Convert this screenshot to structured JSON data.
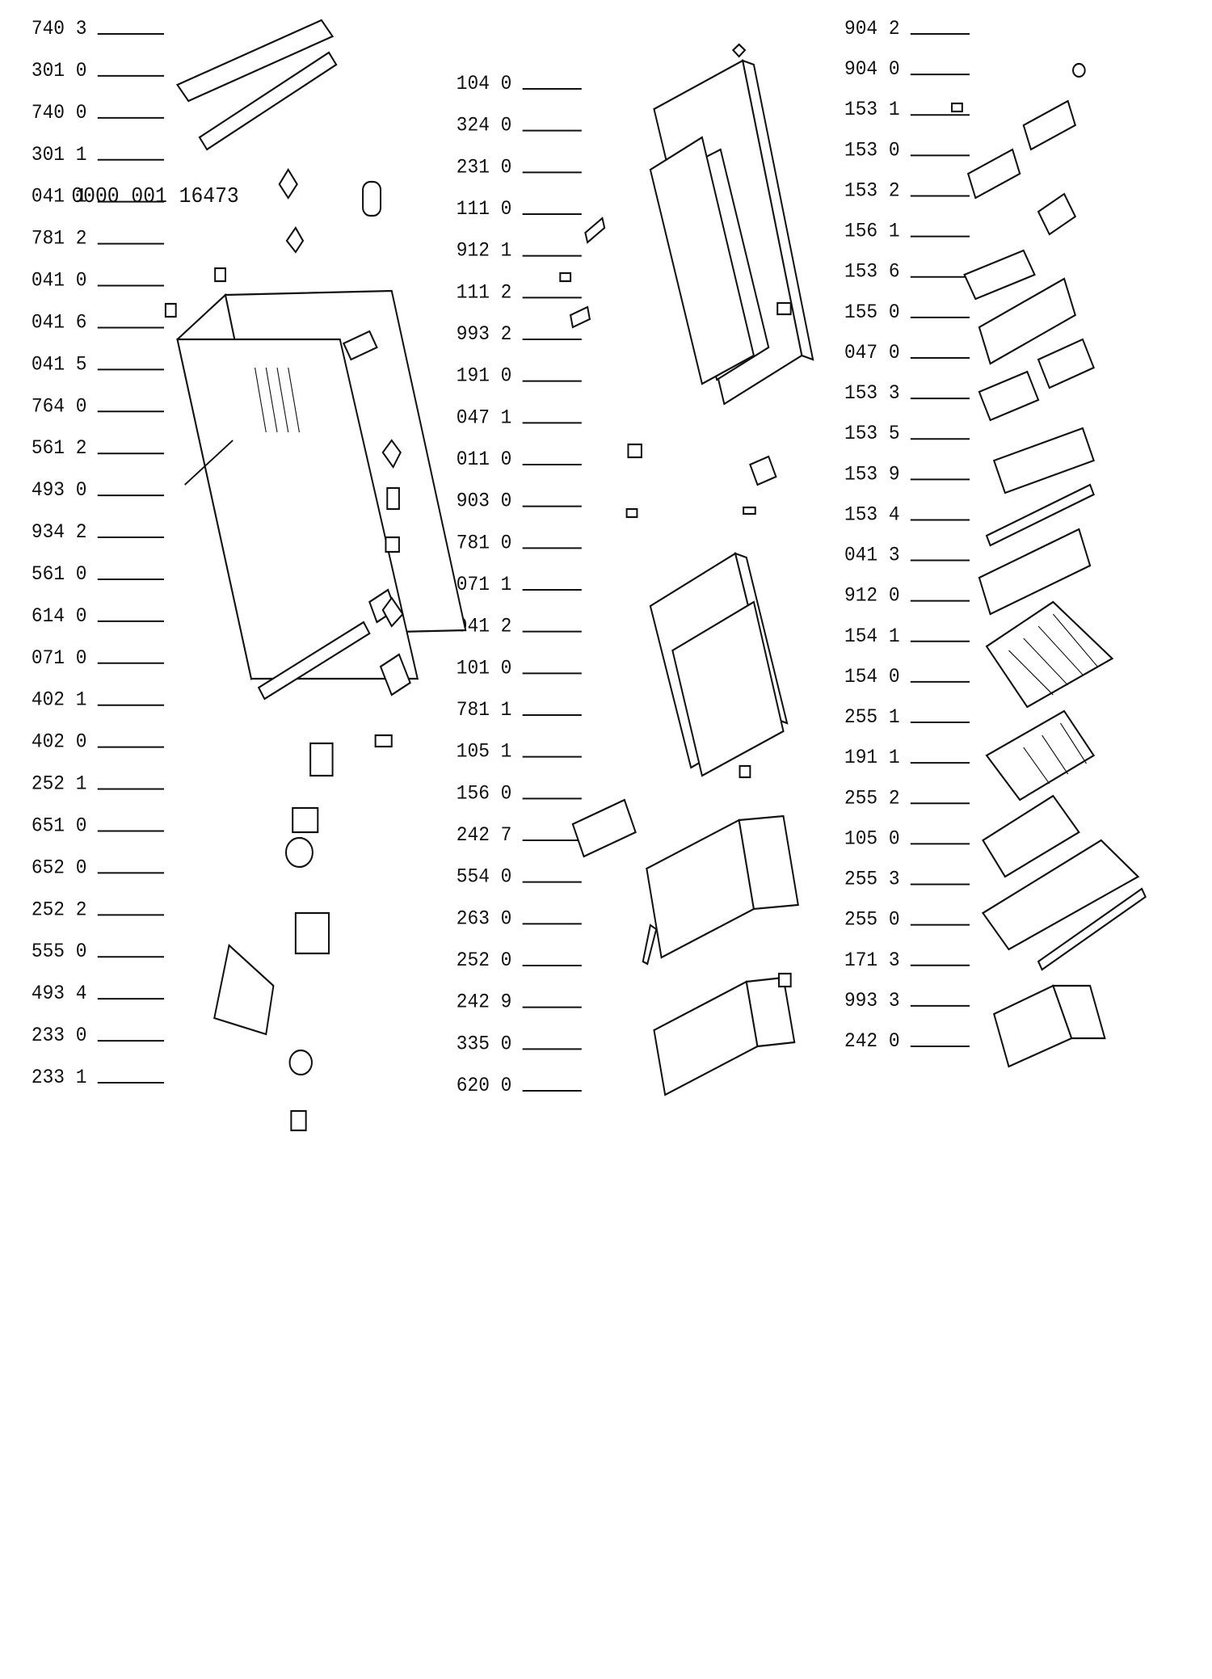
{
  "drawing_number": "0000 001 16473",
  "label_columns": [
    {
      "id": "c1",
      "labels": [
        "740 3",
        "301 0",
        "740 0",
        "301 1",
        "041 1",
        "781 2",
        "041 0",
        "041 6",
        "041 5",
        "764 0",
        "561 2",
        "493 0",
        "934 2",
        "561 0",
        "614 0",
        "071 0",
        "402 1",
        "402 0",
        "252 1",
        "651 0",
        "652 0",
        "252 2",
        "555 0",
        "493 4",
        "233 0",
        "233 1"
      ]
    },
    {
      "id": "c2",
      "labels": [
        "104 0",
        "324 0",
        "231 0",
        "111 0",
        "912 1",
        "111 2",
        "993 2",
        "191 0",
        "047 1",
        "011 0",
        "903 0",
        "781 0",
        "071 1",
        "041 2",
        "101 0",
        "781 1",
        "105 1",
        "156 0",
        "242 7",
        "554 0",
        "263 0",
        "252 0",
        "242 9",
        "335 0",
        "620 0"
      ]
    },
    {
      "id": "c3",
      "labels": [
        "904 2",
        "904 0",
        "153 1",
        "153 0",
        "153 2",
        "156 1",
        "153 6",
        "155 0",
        "047 0",
        "153 3",
        "153 5",
        "153 9",
        "153 4",
        "041 3",
        "912 0",
        "154 1",
        "154 0",
        "255 1",
        "191 1",
        "255 2",
        "105 0",
        "255 3",
        "255 0",
        "171 3",
        "993 3",
        "242 0"
      ]
    }
  ],
  "colors": {
    "ink": "#111111",
    "paper": "#ffffff"
  }
}
